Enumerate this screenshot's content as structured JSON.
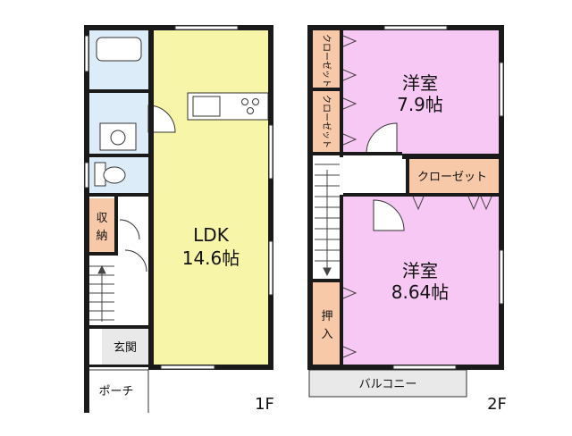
{
  "floor1": {
    "label": "1F",
    "ldk": {
      "name": "LDK",
      "size": "14.6帖"
    },
    "storage": [
      "収",
      "納"
    ],
    "entrance": "玄関",
    "porch": "ポーチ"
  },
  "floor2": {
    "label": "2F",
    "room_top": {
      "name": "洋室",
      "size": "7.9帖"
    },
    "room_bottom": {
      "name": "洋室",
      "size": "8.64帖"
    },
    "closet_top": "クローゼット",
    "closet_mid": "クローゼット",
    "closet_right": "クローゼット",
    "oshiire": [
      "押",
      "入"
    ],
    "balcony": "バルコニー"
  },
  "colors": {
    "wall": "#1a1a1a",
    "ldk": "#f6f5a8",
    "wet_area": "#dcecf9",
    "storage": "#f7c9a8",
    "bedroom": "#f7c8f3",
    "balcony": "#e9e9e9"
  }
}
